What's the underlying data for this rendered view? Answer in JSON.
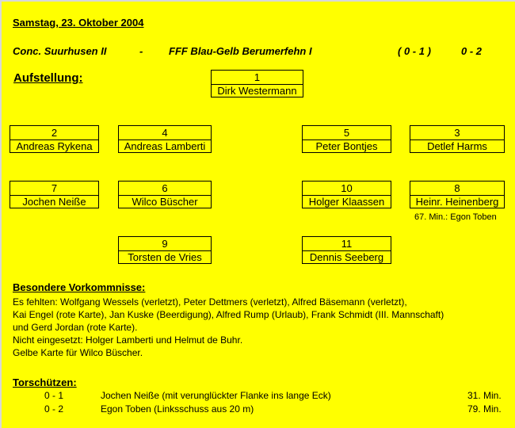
{
  "date": "Samstag, 23. Oktober 2004",
  "match": {
    "home": "Conc. Suurhusen II",
    "separator": "-",
    "away": "FFF Blau-Gelb Berumerfehn I",
    "halftime": "( 0  -  1 )",
    "final": "0  -  2"
  },
  "lineup_title": "Aufstellung:",
  "players": [
    {
      "num": "1",
      "name": "Dirk Westermann"
    },
    {
      "num": "2",
      "name": "Andreas Rykena"
    },
    {
      "num": "4",
      "name": "Andreas Lamberti"
    },
    {
      "num": "5",
      "name": "Peter Bontjes"
    },
    {
      "num": "3",
      "name": "Detlef Harms"
    },
    {
      "num": "7",
      "name": "Jochen Neiße"
    },
    {
      "num": "6",
      "name": "Wilco Büscher"
    },
    {
      "num": "10",
      "name": "Holger Klaassen"
    },
    {
      "num": "8",
      "name": "Heinr. Heinenberg"
    },
    {
      "num": "9",
      "name": "Torsten de Vries"
    },
    {
      "num": "11",
      "name": "Dennis Seeberg"
    }
  ],
  "substitution": "67. Min.: Egon Toben",
  "incidents_title": "Besondere Vorkommnisse:",
  "incidents": [
    "Es fehlten: Wolfgang Wessels (verletzt), Peter Dettmers (verletzt), Alfred Bäsemann (verletzt),",
    "Kai Engel (rote Karte), Jan Kuske (Beerdigung), Alfred Rump (Urlaub), Frank Schmidt (III. Mannschaft)",
    "und Gerd Jordan (rote Karte).",
    "Nicht eingesetzt: Holger Lamberti und Helmut de Buhr.",
    "Gelbe Karte für Wilco Büscher."
  ],
  "scorers_title": "Torschützen:",
  "goals": [
    {
      "score": "0 - 1",
      "desc": "Jochen Neiße (mit verunglückter Flanke ins lange Eck)",
      "minute": "31. Min."
    },
    {
      "score": "0 - 2",
      "desc": "Egon Toben (Linksschuss aus 20 m)",
      "minute": "79. Min."
    }
  ]
}
